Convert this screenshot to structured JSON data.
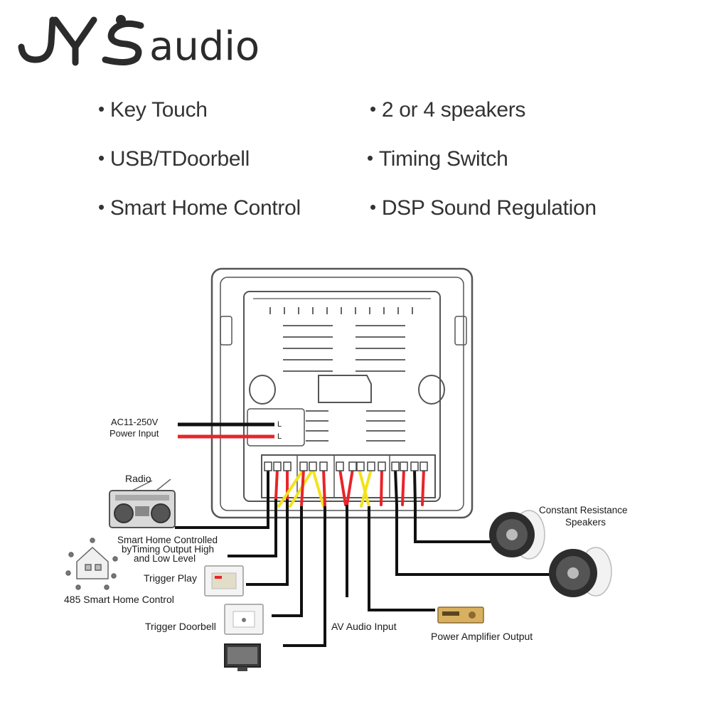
{
  "brand": {
    "logo_text": "JYSaudio",
    "logo_left": "JY",
    "logo_right": "audio"
  },
  "features": {
    "left": [
      "Key Touch",
      "USB/TDoorbell",
      "Smart Home Control"
    ],
    "right": [
      "2 or 4 speakers",
      "Timing Switch",
      "DSP Sound Regulation"
    ]
  },
  "diagram": {
    "power_label_1": "AC11-250V",
    "power_label_2": "Power Input",
    "terminal_L1": "L",
    "terminal_L2": "L",
    "radio": "Radio",
    "smart_home_1": "Smart Home Controlled",
    "smart_home_2": "byTiming Output High",
    "smart_home_3": "and Low Level",
    "trigger_play": "Trigger Play",
    "smart485": "485 Smart Home Control",
    "trigger_doorbell": "Trigger Doorbell",
    "av_audio": "AV Audio Input",
    "power_amp": "Power Amplifier Output",
    "speakers_1": "Constant Resistance",
    "speakers_2": "Speakers"
  },
  "colors": {
    "wire_black": "#111111",
    "wire_red": "#e8242a",
    "wire_yellow": "#f3e21c",
    "text": "#333333",
    "outline": "#555555"
  },
  "icons": [
    "logo-mark-icon",
    "radio-icon",
    "smart-home-icon",
    "trigger-play-switch-icon",
    "doorbell-switch-icon",
    "tv-icon",
    "amplifier-icon",
    "ceiling-speaker-icon"
  ]
}
